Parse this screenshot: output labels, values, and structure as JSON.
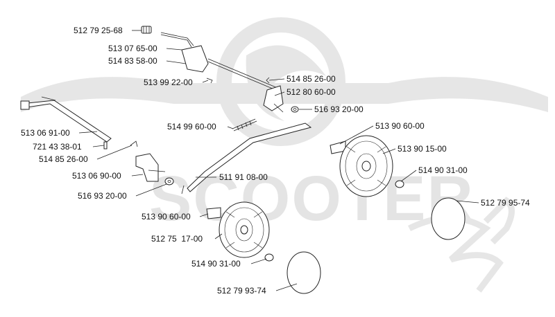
{
  "watermark": {
    "text": "SCOOTER",
    "script_mark": "Zip"
  },
  "labels": [
    {
      "id": "p1",
      "text": "512 79 25-68"
    },
    {
      "id": "p2",
      "text": "513 07 65-00"
    },
    {
      "id": "p3",
      "text": "514 83 58-00"
    },
    {
      "id": "p4",
      "text": "513 99 22-00"
    },
    {
      "id": "p5",
      "text": "514 85 26-00"
    },
    {
      "id": "p6",
      "text": "512 80 60-00"
    },
    {
      "id": "p7",
      "text": "516 93 20-00"
    },
    {
      "id": "p8",
      "text": "514 99 60-00"
    },
    {
      "id": "p9",
      "text": "513 06 91-00"
    },
    {
      "id": "p10",
      "text": "721 43 38-01"
    },
    {
      "id": "p11",
      "text": "514 85 26-00"
    },
    {
      "id": "p12",
      "text": "513 06 90-00"
    },
    {
      "id": "p13",
      "text": "516 93 20-00"
    },
    {
      "id": "p14",
      "text": "511 91 08-00"
    },
    {
      "id": "p15",
      "text": "513 90 60-00"
    },
    {
      "id": "p16",
      "text": "513 90 15-00"
    },
    {
      "id": "p17",
      "text": "514 90 31-00"
    },
    {
      "id": "p18",
      "text": "512 79 95-74"
    },
    {
      "id": "p19",
      "text": "513 90 60-00"
    },
    {
      "id": "p20",
      "text": "512 75  17-00"
    },
    {
      "id": "p21",
      "text": "514 90 31-00"
    },
    {
      "id": "p22",
      "text": "512 79 93-74"
    }
  ]
}
